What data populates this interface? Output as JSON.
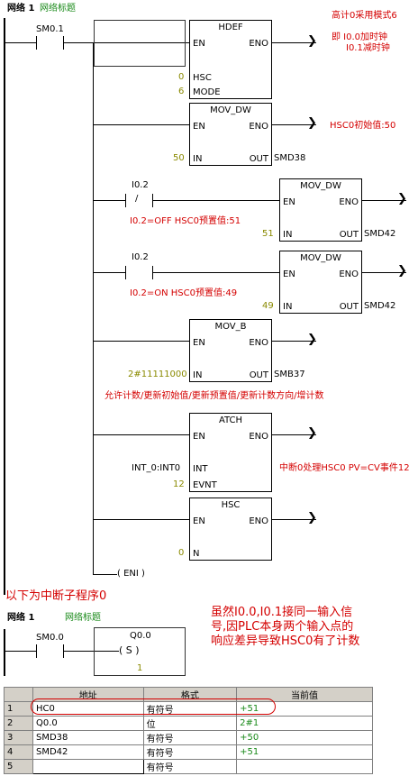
{
  "network1": {
    "header": "网络 1",
    "title": "网络标题",
    "contact": "SM0.1",
    "notes": {
      "mode": "高计0采用模式6",
      "inputs_line1": "即 I0.0加时钟",
      "inputs_line2": "I0.1减时钟",
      "init_value": "HSC0初始值:50",
      "preset_off": "I0.2=OFF HSC0预置值:51",
      "preset_on": "I0.2=ON HSC0预置值:49",
      "control": "允许计数/更新初始值/更新预置值/更新计数方向/增计数",
      "interrupt": "中断0处理HSC0 PV=CV事件12"
    },
    "hdef": {
      "title": "HDEF",
      "en": "EN",
      "eno": "ENO",
      "hsc": "HSC",
      "mode": "MODE",
      "hsc_val": "0",
      "mode_val": "6"
    },
    "mov_dw1": {
      "title": "MOV_DW",
      "en": "EN",
      "eno": "ENO",
      "in": "IN",
      "out": "OUT",
      "in_val": "50",
      "out_val": "SMD38"
    },
    "contact_i02_nc": {
      "label": "I0.2",
      "symbol": "/"
    },
    "mov_dw2": {
      "title": "MOV_DW",
      "en": "EN",
      "eno": "ENO",
      "in": "IN",
      "out": "OUT",
      "in_val": "51",
      "out_val": "SMD42"
    },
    "contact_i02_no": {
      "label": "I0.2"
    },
    "mov_dw3": {
      "title": "MOV_DW",
      "en": "EN",
      "eno": "ENO",
      "in": "IN",
      "out": "OUT",
      "in_val": "49",
      "out_val": "SMD42"
    },
    "mov_b": {
      "title": "MOV_B",
      "en": "EN",
      "eno": "ENO",
      "in": "IN",
      "out": "OUT",
      "in_val": "2#11111000",
      "out_val": "SMB37"
    },
    "atch": {
      "title": "ATCH",
      "en": "EN",
      "eno": "ENO",
      "int": "INT",
      "evnt": "EVNT",
      "int_val": "INT_0:INT0",
      "evnt_val": "12"
    },
    "hsc": {
      "title": "HSC",
      "en": "EN",
      "eno": "ENO",
      "n": "N",
      "n_val": "0"
    },
    "eni": "ENI"
  },
  "subroutine_note": "以下为中断子程序0",
  "network_int": {
    "header": "网络 1",
    "title": "网络标题",
    "contact": "SM0.0",
    "coil_addr": "Q0.0",
    "coil_type": "S",
    "coil_n": "1",
    "note_line1": "虽然I0.0,I0.1接同一输入信",
    "note_line2": "号,因PLC本身两个输入点的",
    "note_line3": "响应差异导致HSC0有了计数"
  },
  "status_table": {
    "headers": [
      "地址",
      "格式",
      "当前值"
    ],
    "rows": [
      {
        "n": "1",
        "addr": "HC0",
        "fmt": "有符号",
        "val": "+51"
      },
      {
        "n": "2",
        "addr": "Q0.0",
        "fmt": "位",
        "val": "2#1"
      },
      {
        "n": "3",
        "addr": "SMD38",
        "fmt": "有符号",
        "val": "+50"
      },
      {
        "n": "4",
        "addr": "SMD42",
        "fmt": "有符号",
        "val": "+51"
      },
      {
        "n": "5",
        "addr": "",
        "fmt": "有符号",
        "val": ""
      }
    ]
  }
}
